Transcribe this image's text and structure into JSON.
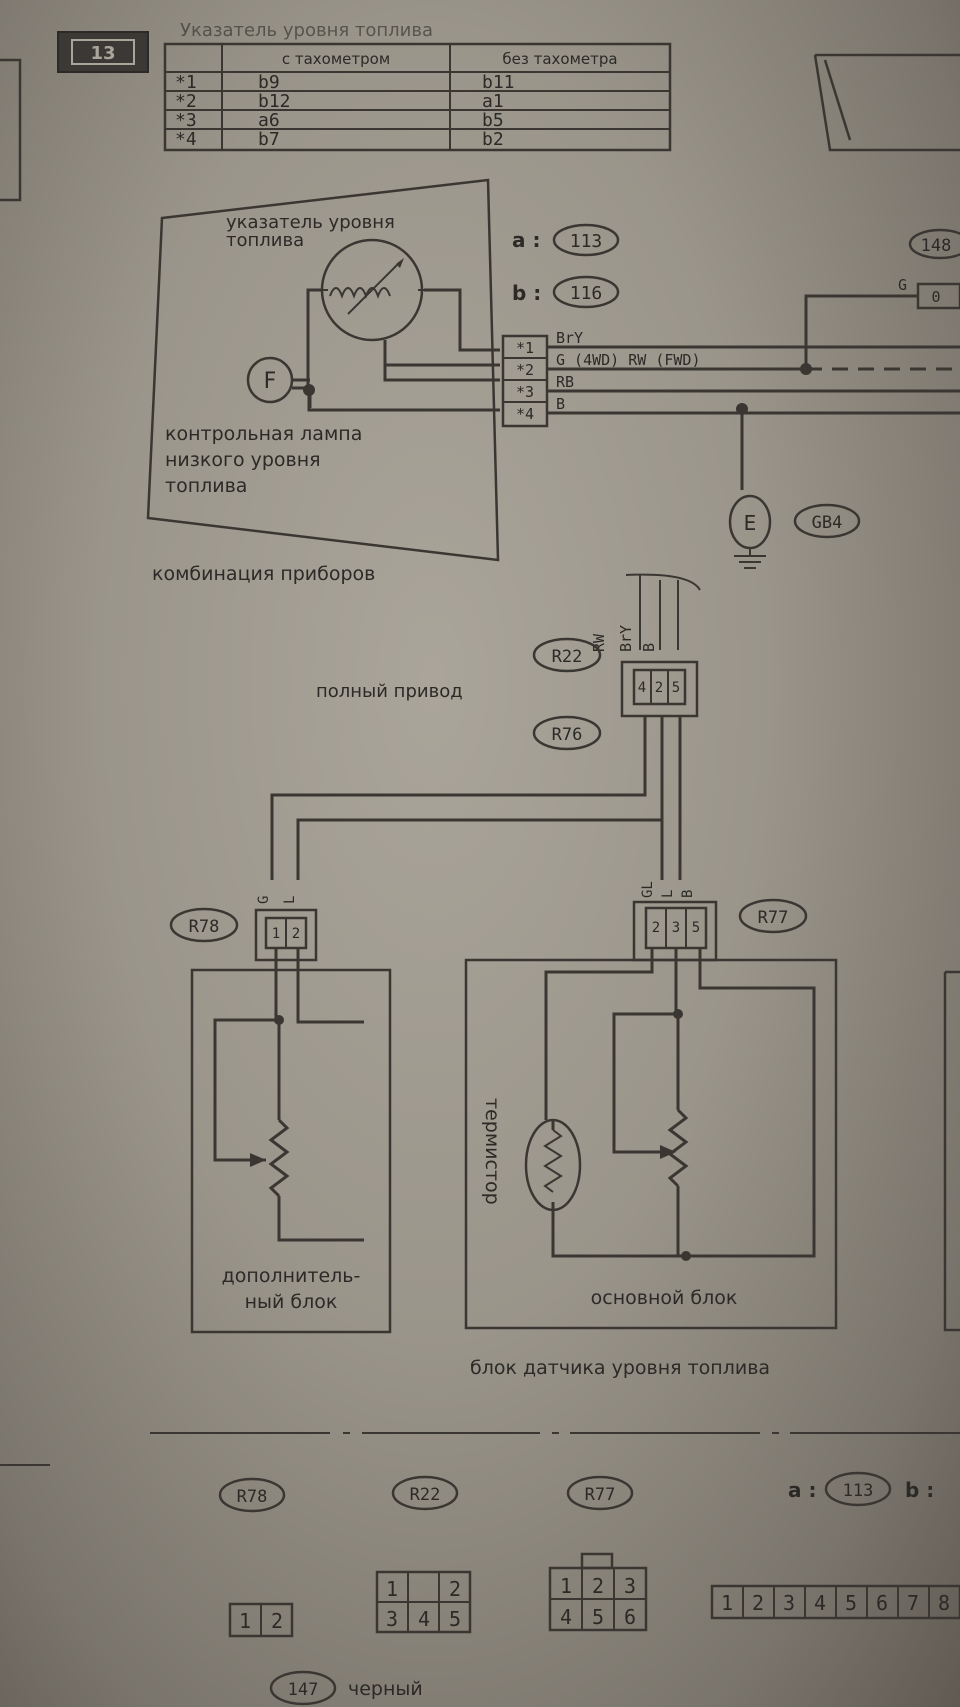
{
  "page_tag": "13",
  "table": {
    "header_title": "Указатель уровня топлива",
    "col1": "с тахометром",
    "col2": "без тахометра",
    "rows": [
      {
        "pin": "*1",
        "with_tach": "b9",
        "without_tach": "b11"
      },
      {
        "pin": "*2",
        "with_tach": "b12",
        "without_tach": "a1"
      },
      {
        "pin": "*3",
        "with_tach": "a6",
        "without_tach": "b5"
      },
      {
        "pin": "*4",
        "with_tach": "b7",
        "without_tach": "b2"
      }
    ]
  },
  "gauge": {
    "label_line1": "указатель уровня",
    "label_line2": "топлива",
    "lamp_symbol": "F",
    "lamp_label_line1": "контрольная лампа",
    "lamp_label_line2": "низкого уровня",
    "lamp_label_line3": "топлива",
    "cluster_label": "комбинация приборов",
    "pins": [
      "*1",
      "*2",
      "*3",
      "*4"
    ]
  },
  "connector_refs": {
    "a_prefix": "a :",
    "a_code": "113",
    "b_prefix": "b :",
    "b_code": "116",
    "top_right_code": "148",
    "top_right_wire": "G",
    "top_right_pin": "0"
  },
  "wires": {
    "w1": "BrY",
    "w2": "G (4WD) RW (FWD)",
    "w3": "RB",
    "w4": "B"
  },
  "ground": {
    "symbol": "E",
    "code": "GB4"
  },
  "r22": {
    "code": "R22",
    "code2": "R76",
    "label": "полный привод",
    "wire_labels": [
      "RW",
      "BrY",
      "B"
    ],
    "pins": [
      "4",
      "2",
      "5"
    ]
  },
  "r78": {
    "code": "R78",
    "wire_labels": [
      "G",
      "L"
    ],
    "pins": [
      "1",
      "2"
    ],
    "label_line1": "дополнитель-",
    "label_line2": "ный блок"
  },
  "r77": {
    "code": "R77",
    "wire_labels": [
      "GL",
      "L",
      "B"
    ],
    "pins": [
      "2",
      "3",
      "5"
    ],
    "thermistor_label": "термистор",
    "main_label": "основной блок"
  },
  "sender_label": "блок датчика уровня топлива",
  "footer": {
    "codes": [
      "R78",
      "R22",
      "R77"
    ],
    "a_prefix": "a :",
    "a_code": "113",
    "b_prefix": "b :",
    "conn_r78": [
      "1",
      "2"
    ],
    "conn_r22_top": [
      "1",
      "",
      "2"
    ],
    "conn_r22_bottom": [
      "3",
      "4",
      "5"
    ],
    "conn_r77_top": [
      "1",
      "2",
      "3"
    ],
    "conn_r77_bottom": [
      "4",
      "5",
      "6"
    ],
    "conn_long": [
      "1",
      "2",
      "3",
      "4",
      "5",
      "6",
      "7",
      "8"
    ],
    "code_147": "147",
    "color_label": "черный"
  }
}
